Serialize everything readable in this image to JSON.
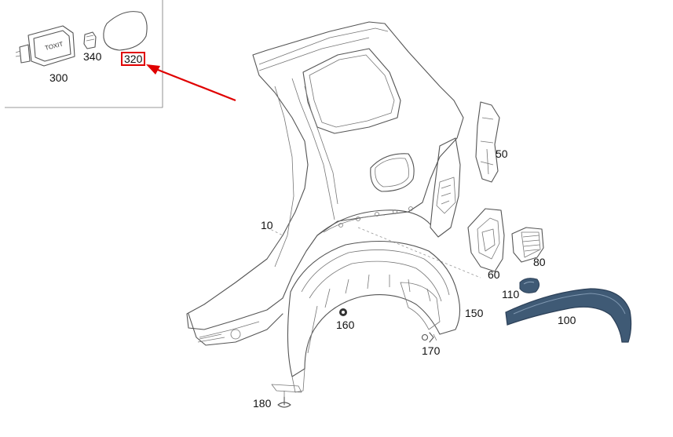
{
  "callouts": {
    "p10": "10",
    "p50": "50",
    "p60": "60",
    "p80": "80",
    "p100": "100",
    "p110": "110",
    "p150": "150",
    "p160": "160",
    "p170": "170",
    "p180": "180",
    "p300": "300",
    "p320": "320",
    "p340": "340"
  },
  "inset_text": "TOXIT",
  "colors": {
    "highlight": "#e00000",
    "flare": "#3f5a75",
    "line": "#555555"
  }
}
